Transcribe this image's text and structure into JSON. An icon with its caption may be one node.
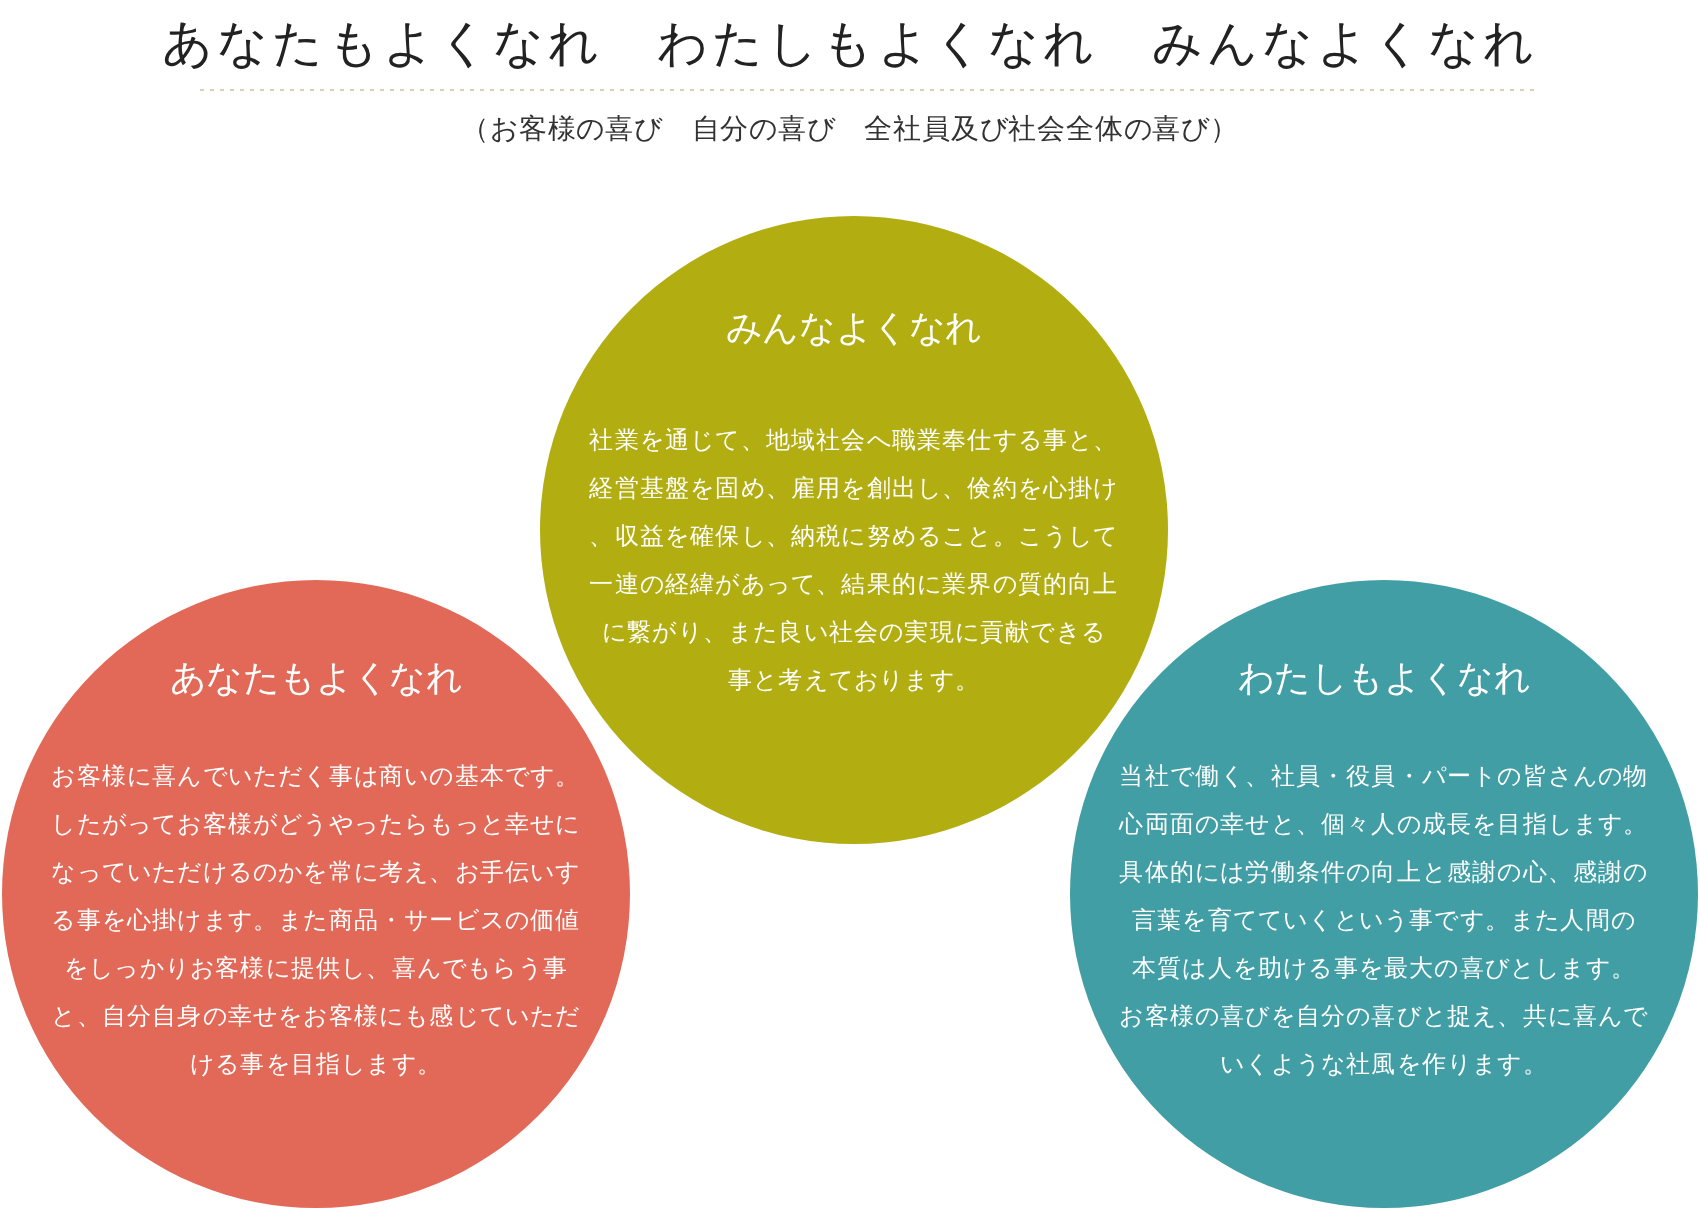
{
  "diagram": {
    "title": "あなたもよくなれ　わたしもよくなれ　みんなよくなれ",
    "nodes": [
      {
        "text": [
          "みんなよくなれ",
          "社業を通じて、地域社会へ職業奉仕する事と、経営基盤を固め、雇用を創出し、倹約を心掛け、収益を確保し、納税に努めること。こうして一連の経緯があって、結果的に業界の質的向上に繋がり、また良い社会の実現に貢献できる事と考えております。"
        ]
      },
      {
        "text": [
          "あなたもよくなれ",
          "お客様に喜んでいただく事は商いの基本です。したがってお客様がどうやったらもっと幸せになっていただけるのかを常に考え、お手伝いする事を心掛けます。また商品・サービスの価値をしっかりお客様に提供し、喜んでもらう事と、自分自身の幸せをお客様にも感じていただける事を目指します。"
        ]
      },
      {
        "text": [
          "わたしもよくなれ",
          "当社で働く、社員・役員・パートの皆さんの物心両面の幸せと、個々人の成長を目指します。具体的には労働条件の向上と感謝の心、感謝の言葉を育てていくという事です。また人間の本質は人を助ける事を最大の喜びとします。お客様の喜びを自分の喜びと捉え、共に喜んでいくような社風を作ります。"
        ]
      }
    ],
    "labels": [
      "（お客様の喜び　自分の喜び　全社員及び社会全体の喜び）"
    ]
  }
}
